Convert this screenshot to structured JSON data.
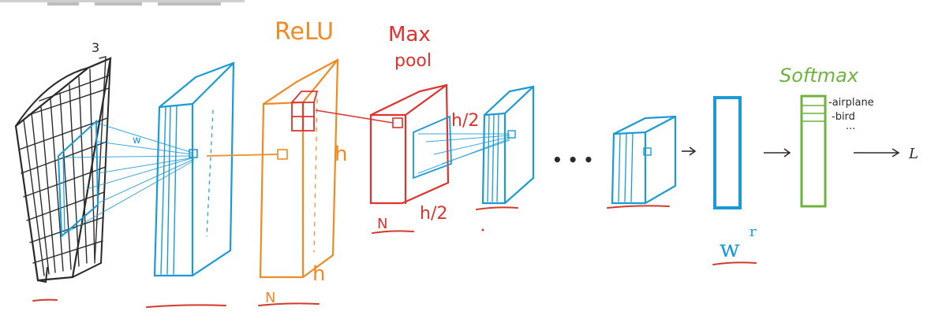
{
  "colors": {
    "black": "#2a2a2a",
    "blue": "#1a9ad6",
    "orange": "#f08a24",
    "red": "#e0322e",
    "green": "#6fb33f",
    "underline": "#d43a2a"
  },
  "labels": {
    "input_channels": "3",
    "kernel": "w",
    "relu": "ReLU",
    "maxpool_line1": "Max",
    "maxpool_line2": "pool",
    "relu_height": "h",
    "relu_depth": "h",
    "relu_channels": "N",
    "pool_height": "h/2",
    "pool_depth": "h/2",
    "pool_channels": "N",
    "ellipsis": "• • •",
    "weights": "w",
    "weights_superscript": "r",
    "softmax": "Softmax",
    "class1": "-airplane",
    "class2": "-bird",
    "class_more": "...",
    "loss": "L"
  },
  "icons": [
    "arrow-right-icon"
  ]
}
